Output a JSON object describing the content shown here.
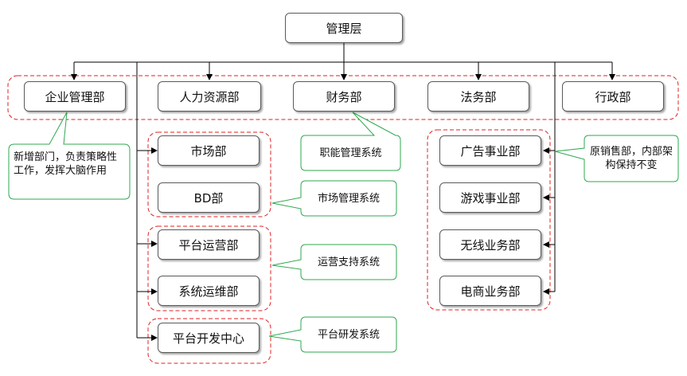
{
  "top": {
    "label": "管理层"
  },
  "departments": [
    "企业管理部",
    "人力资源部",
    "财务部",
    "法务部",
    "行政部"
  ],
  "sub_units": {
    "market": "市场部",
    "bd": "BD部",
    "platform_ops": "平台运营部",
    "sys_ops": "系统运维部",
    "platform_dev": "平台开发中心"
  },
  "business_units": [
    "广告事业部",
    "游戏事业部",
    "无线业务部",
    "电商业务部"
  ],
  "callouts": {
    "enterprise": "新增部门，负责策略性工作，发挥大脑作用",
    "finance": "职能管理系统",
    "market": "市场管理系统",
    "ops": "运营支持系统",
    "dev": "平台研发系统",
    "ads": "原销售部，内部架构保持不变"
  },
  "colors": {
    "group_border": "#e02020",
    "callout_border": "#2ea84f",
    "line": "#000000"
  }
}
